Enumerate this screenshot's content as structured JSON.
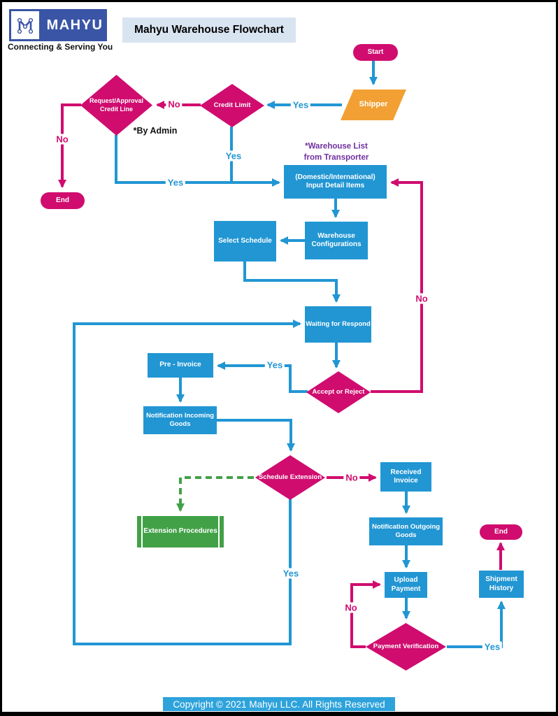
{
  "header": {
    "brand": "MAHYU",
    "tagline": "Connecting & Serving You",
    "title": "Mahyu Warehouse Flowchart"
  },
  "colors": {
    "pink": "#D00C6F",
    "blue": "#2196D3",
    "orange": "#F2A033",
    "green": "#42A147",
    "purple": "#7030A0",
    "logo_blue": "#3A55A6",
    "title_bg": "#D9E4F1",
    "footer_bg": "#2EA3DB"
  },
  "nodes": {
    "start": {
      "label": "Start"
    },
    "shipper": {
      "label": "Shipper"
    },
    "credit_limit": {
      "label": "Credit Limit"
    },
    "request_approval": {
      "label": "Request/Approval\nCredit Line"
    },
    "end_left": {
      "label": "End"
    },
    "input_detail": {
      "label": "(Domestic/International)\nInput Detail Items"
    },
    "warehouse_config": {
      "label": "Warehouse\nConfigurations"
    },
    "select_schedule": {
      "label": "Select Schedule"
    },
    "waiting_respond": {
      "label": "Waiting for Respond"
    },
    "accept_reject": {
      "label": "Accept or Reject"
    },
    "pre_invoice": {
      "label": "Pre - Invoice"
    },
    "notif_incoming": {
      "label": "Notification Incoming\nGoods"
    },
    "schedule_extension": {
      "label": "Schedule Extension"
    },
    "extension_procedures": {
      "label": "Extension Procedures"
    },
    "received_invoice": {
      "label": "Received\nInvoice"
    },
    "notif_outgoing": {
      "label": "Notification Outgoing\nGoods"
    },
    "upload_payment": {
      "label": "Upload\nPayment"
    },
    "payment_verification": {
      "label": "Payment Verification"
    },
    "shipment_history": {
      "label": "Shipment\nHistory"
    },
    "end_right": {
      "label": "End"
    }
  },
  "annotations": {
    "by_admin": "*By Admin",
    "warehouse_list": "*Warehouse List\nfrom Transporter"
  },
  "edge_labels": {
    "shipper_to_credit": "Yes",
    "credit_to_request": "No",
    "request_to_end": "No",
    "credit_down": "Yes",
    "request_down": "Yes",
    "accept_to_input": "No",
    "accept_to_preinvoice": "Yes",
    "schedule_to_received": "No",
    "schedule_down": "Yes",
    "payment_to_upload": "No",
    "payment_to_shipment": "Yes"
  },
  "footer": {
    "copyright": "Copyright © 2021 Mahyu LLC. All Rights Reserved"
  }
}
